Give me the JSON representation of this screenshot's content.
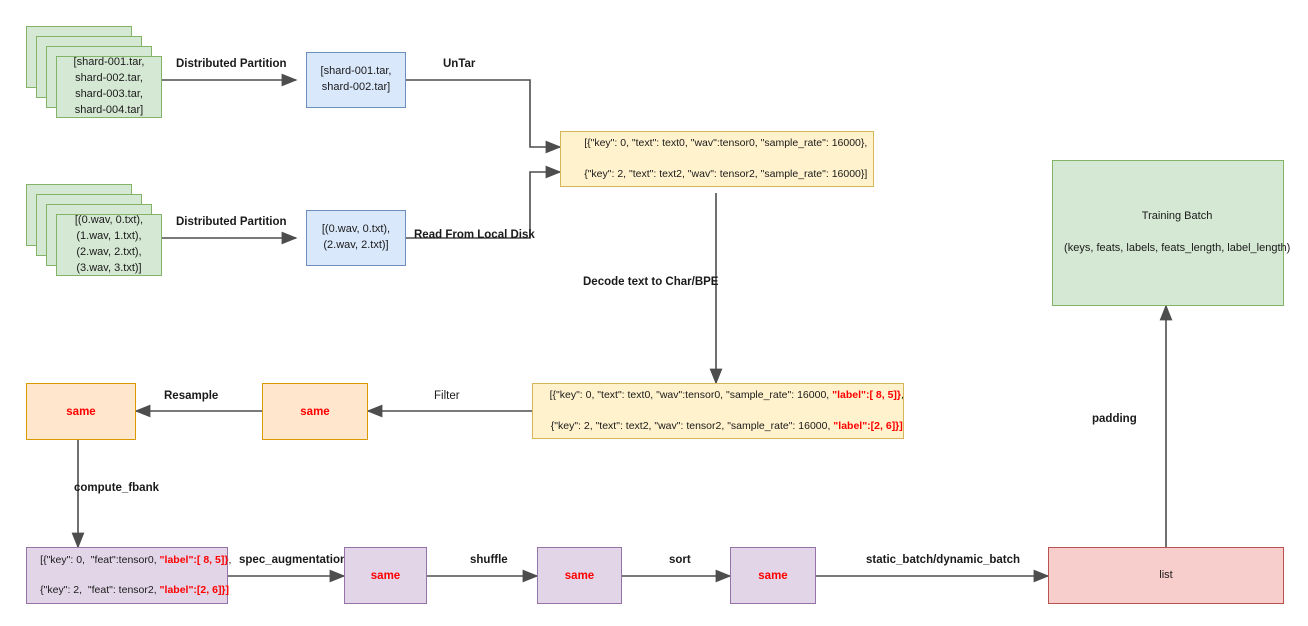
{
  "diagram": {
    "title": "Data pipeline flow",
    "colors": {
      "green_fill": "#d5e8d4",
      "green_stroke": "#82b366",
      "blue_fill": "#dae8fc",
      "blue_stroke": "#6c8ebf",
      "yellow_fill": "#fff2cc",
      "yellow_stroke": "#d6b656",
      "orange_fill": "#ffe6cc",
      "orange_stroke": "#d79b00",
      "purple_fill": "#e1d5e7",
      "purple_stroke": "#9673a6",
      "red_fill": "#f8cecc",
      "red_stroke": "#b85450",
      "accent_text": "#ff0000",
      "edge": "#4d4d4d"
    },
    "nodes": {
      "shard_stack": {
        "lines": [
          "[shard-001.tar,",
          "shard-002.tar,",
          "shard-003.tar,",
          "shard-004.tar]"
        ],
        "stack_count": 4
      },
      "wav_stack": {
        "lines": [
          "[(0.wav, 0.txt),",
          "(1.wav, 1.txt),",
          "(2.wav, 2.txt),",
          "(3.wav, 3.txt)]"
        ],
        "stack_count": 4
      },
      "shard_partition": {
        "lines": [
          "[shard-001.tar,",
          "shard-002.tar]"
        ]
      },
      "wav_partition": {
        "lines": [
          "[(0.wav, 0.txt),",
          "(2.wav, 2.txt)]"
        ]
      },
      "raw_sample": {
        "line1": "[{\"key\": 0, \"text\": text0, \"wav\":tensor0, \"sample_rate\": 16000},",
        "line2": "{\"key\": 2, \"text\": text2, \"wav\": tensor2, \"sample_rate\": 16000}]"
      },
      "labeled_sample": {
        "line1_pre": "[{\"key\": 0, \"text\": text0, \"wav\":tensor0, \"sample_rate\": 16000, ",
        "line1_red": "\"label\":[ 8, 5]}",
        "line1_post": ",",
        "line2_pre": "{\"key\": 2, \"text\": text2, \"wav\": tensor2, \"sample_rate\": 16000, ",
        "line2_red": "\"label\":[2, 6]}]",
        "line2_post": ""
      },
      "feat_sample": {
        "line1_pre": "[{\"key\": 0,  \"feat\":tensor0, ",
        "line1_red": "\"label\":[ 8, 5]}",
        "line1_post": ",",
        "line2_pre": "{\"key\": 2,  \"feat\": tensor2, ",
        "line2_red": "\"label\":[2, 6]}]",
        "line2_post": ""
      },
      "resampled": {
        "label": "same"
      },
      "filtered": {
        "label": "same"
      },
      "spec_aug_out": {
        "label": "same"
      },
      "shuffled": {
        "label": "same"
      },
      "sorted": {
        "label": "same"
      },
      "batch_list": {
        "label": "list"
      },
      "training_batch": {
        "line1": "Training Batch",
        "line2": "(keys, feats, labels, feats_length, label_length)"
      }
    },
    "edge_labels": {
      "distributed_partition_top": "Distributed Partition",
      "distributed_partition_bottom": "Distributed Partition",
      "untar": "UnTar",
      "read_from_local_disk": "Read From Local Disk",
      "decode_text": "Decode text to Char/BPE",
      "filter": "Filter",
      "resample": "Resample",
      "compute_fbank": "compute_fbank",
      "spec_augmentation": "spec_augmentation",
      "shuffle": "shuffle",
      "sort": "sort",
      "static_dynamic_batch": "static_batch/dynamic_batch",
      "padding": "padding"
    }
  }
}
